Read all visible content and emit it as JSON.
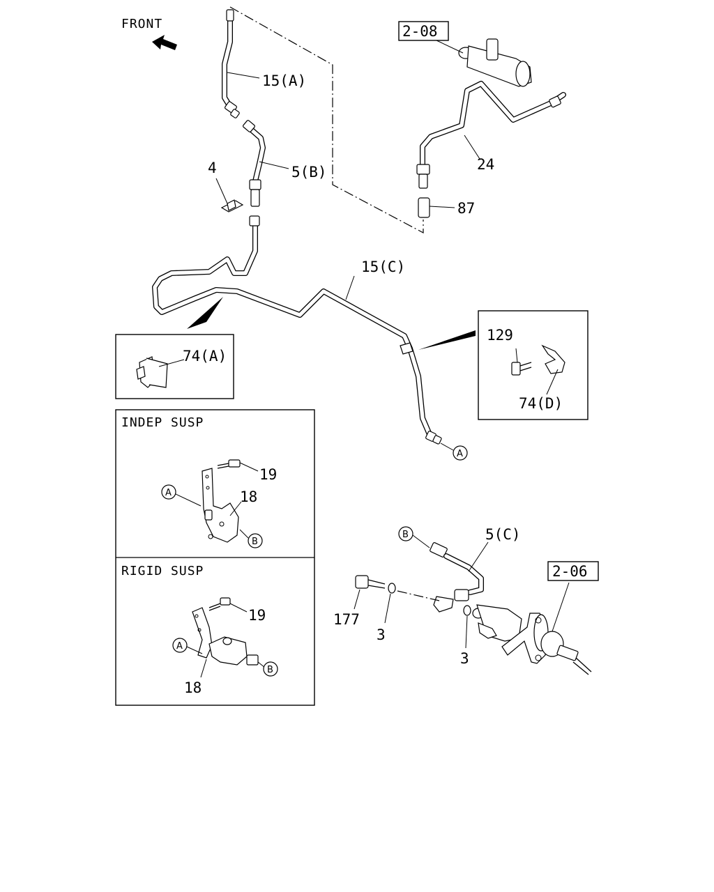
{
  "diagram": {
    "front_label": "FRONT",
    "ref_2_08": "2-08",
    "ref_2_06": "2-06",
    "callouts": {
      "p15a": "15(A)",
      "p5b": "5(B)",
      "p4": "4",
      "p24": "24",
      "p87": "87",
      "p15c": "15(C)",
      "p74a": "74(A)",
      "p129": "129",
      "p74d": "74(D)",
      "p19_indep": "19",
      "p18_indep": "18",
      "p19_rigid": "19",
      "p18_rigid": "18",
      "p5c": "5(C)",
      "p177": "177",
      "p3_left": "3",
      "p3_right": "3"
    },
    "markers": {
      "A": "A",
      "B": "B"
    },
    "panels": {
      "indep": "INDEP SUSP",
      "rigid": "RIGID SUSP"
    }
  }
}
